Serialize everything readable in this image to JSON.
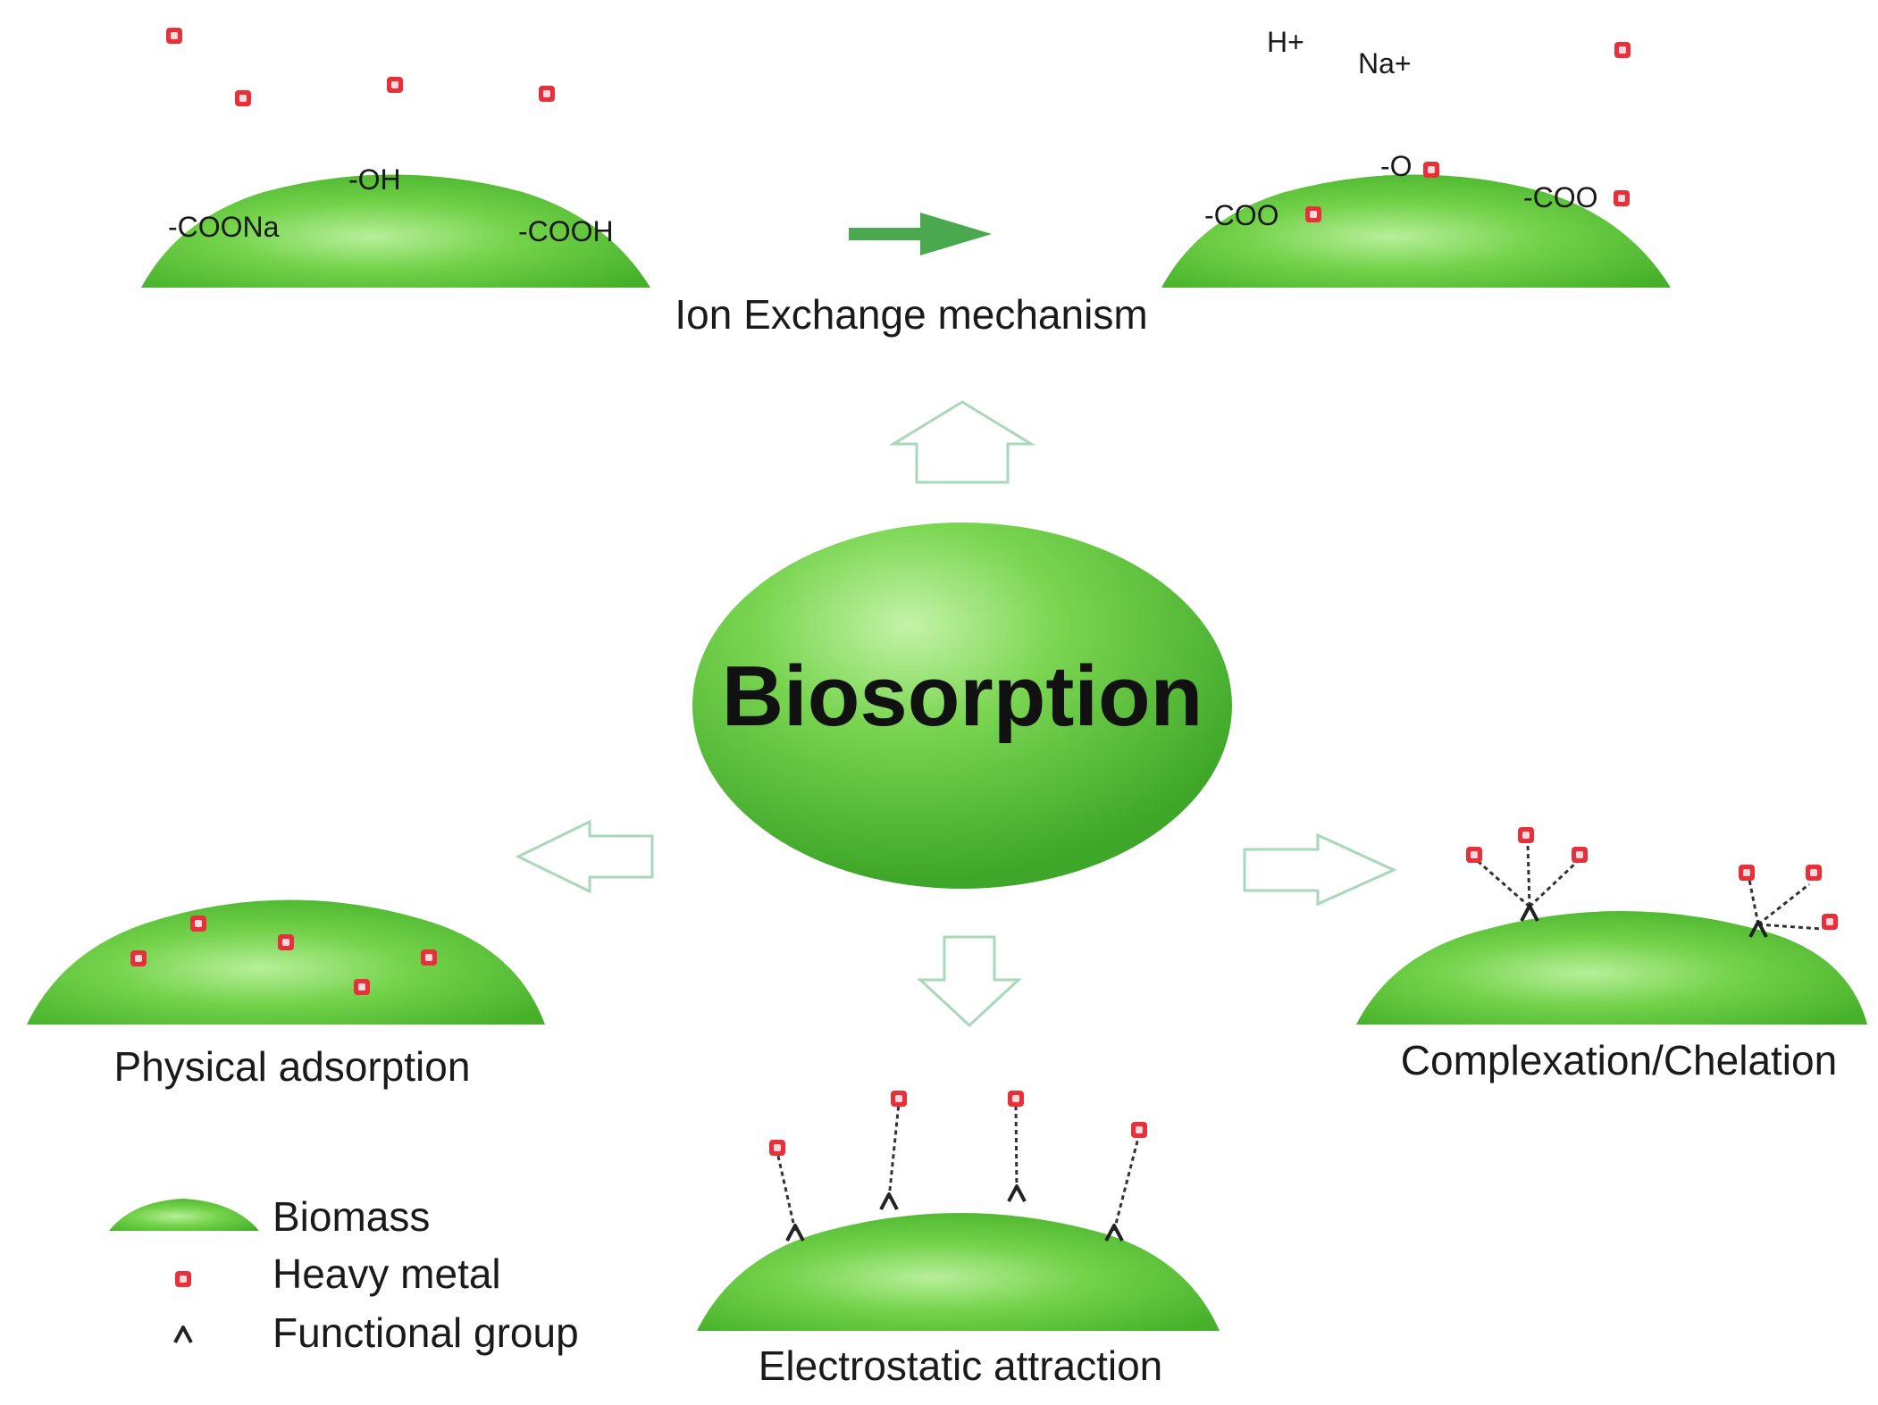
{
  "center": {
    "label": "Biosorption"
  },
  "mechanisms": {
    "ion_exchange": {
      "label": "Ion Exchange mechanism",
      "groups_before": [
        "-COONa",
        "-OH",
        "-COOH"
      ],
      "groups_after": [
        "-COO",
        "-O",
        "-COO"
      ],
      "released_ions": [
        "H+",
        "Na+"
      ]
    },
    "physical_adsorption": {
      "label": "Physical adsorption"
    },
    "electrostatic_attraction": {
      "label": "Electrostatic attraction"
    },
    "complexation": {
      "label": "Complexation/Chelation"
    }
  },
  "legend": {
    "biomass": "Biomass",
    "heavy_metal": "Heavy metal",
    "functional_group": "Functional group"
  },
  "colors": {
    "biomass_green": "#5fc83a",
    "heavy_metal_red": "#e8303a",
    "arrow_outline": "#a9d8b8",
    "arrow_solid": "#4aa84e"
  }
}
